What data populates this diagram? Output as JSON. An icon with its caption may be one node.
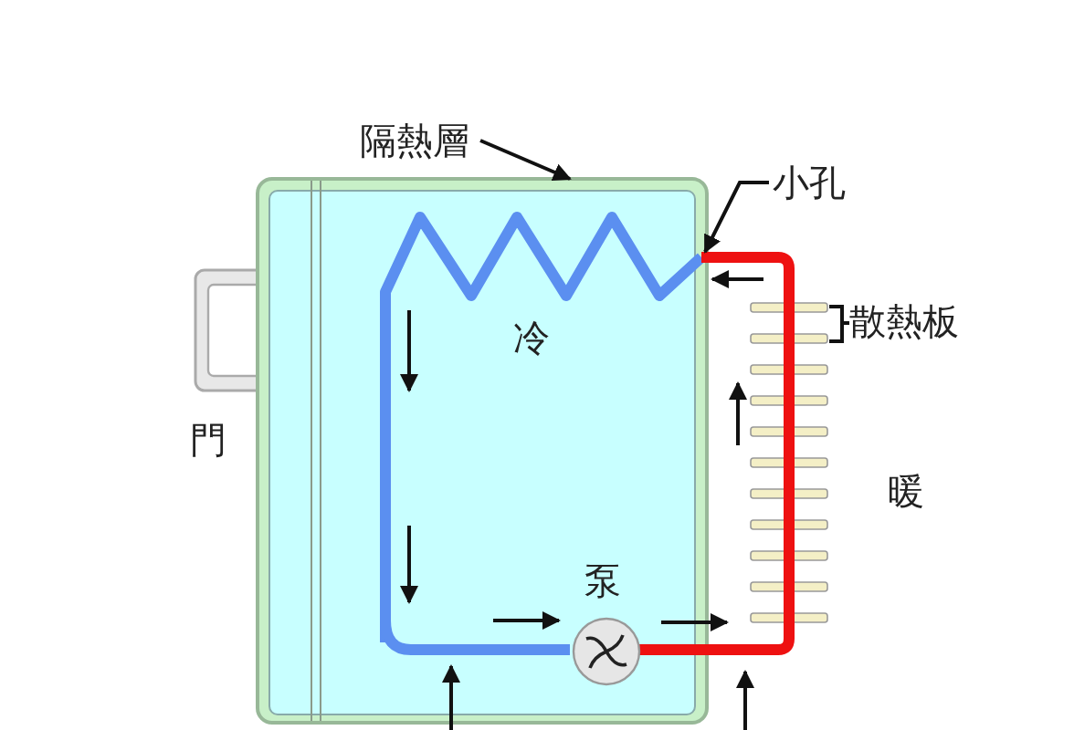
{
  "diagram": {
    "nodes": [
      {
        "text": [
          "隔熱層"
        ]
      },
      {
        "text": [],
        "shape": "box"
      },
      {
        "text": [
          "小孔"
        ]
      },
      {
        "text": [],
        "shape": "circle",
        "in": 1,
        "beside": [
          "泵"
        ]
      }
    ],
    "edges": [
      {
        "from": 0,
        "to": 1,
        "arrow": "to"
      },
      {
        "from": 2,
        "to": 1,
        "arrow": "to"
      }
    ],
    "labels": [
      "散熱板",
      "冷",
      "門",
      "暖"
    ]
  }
}
